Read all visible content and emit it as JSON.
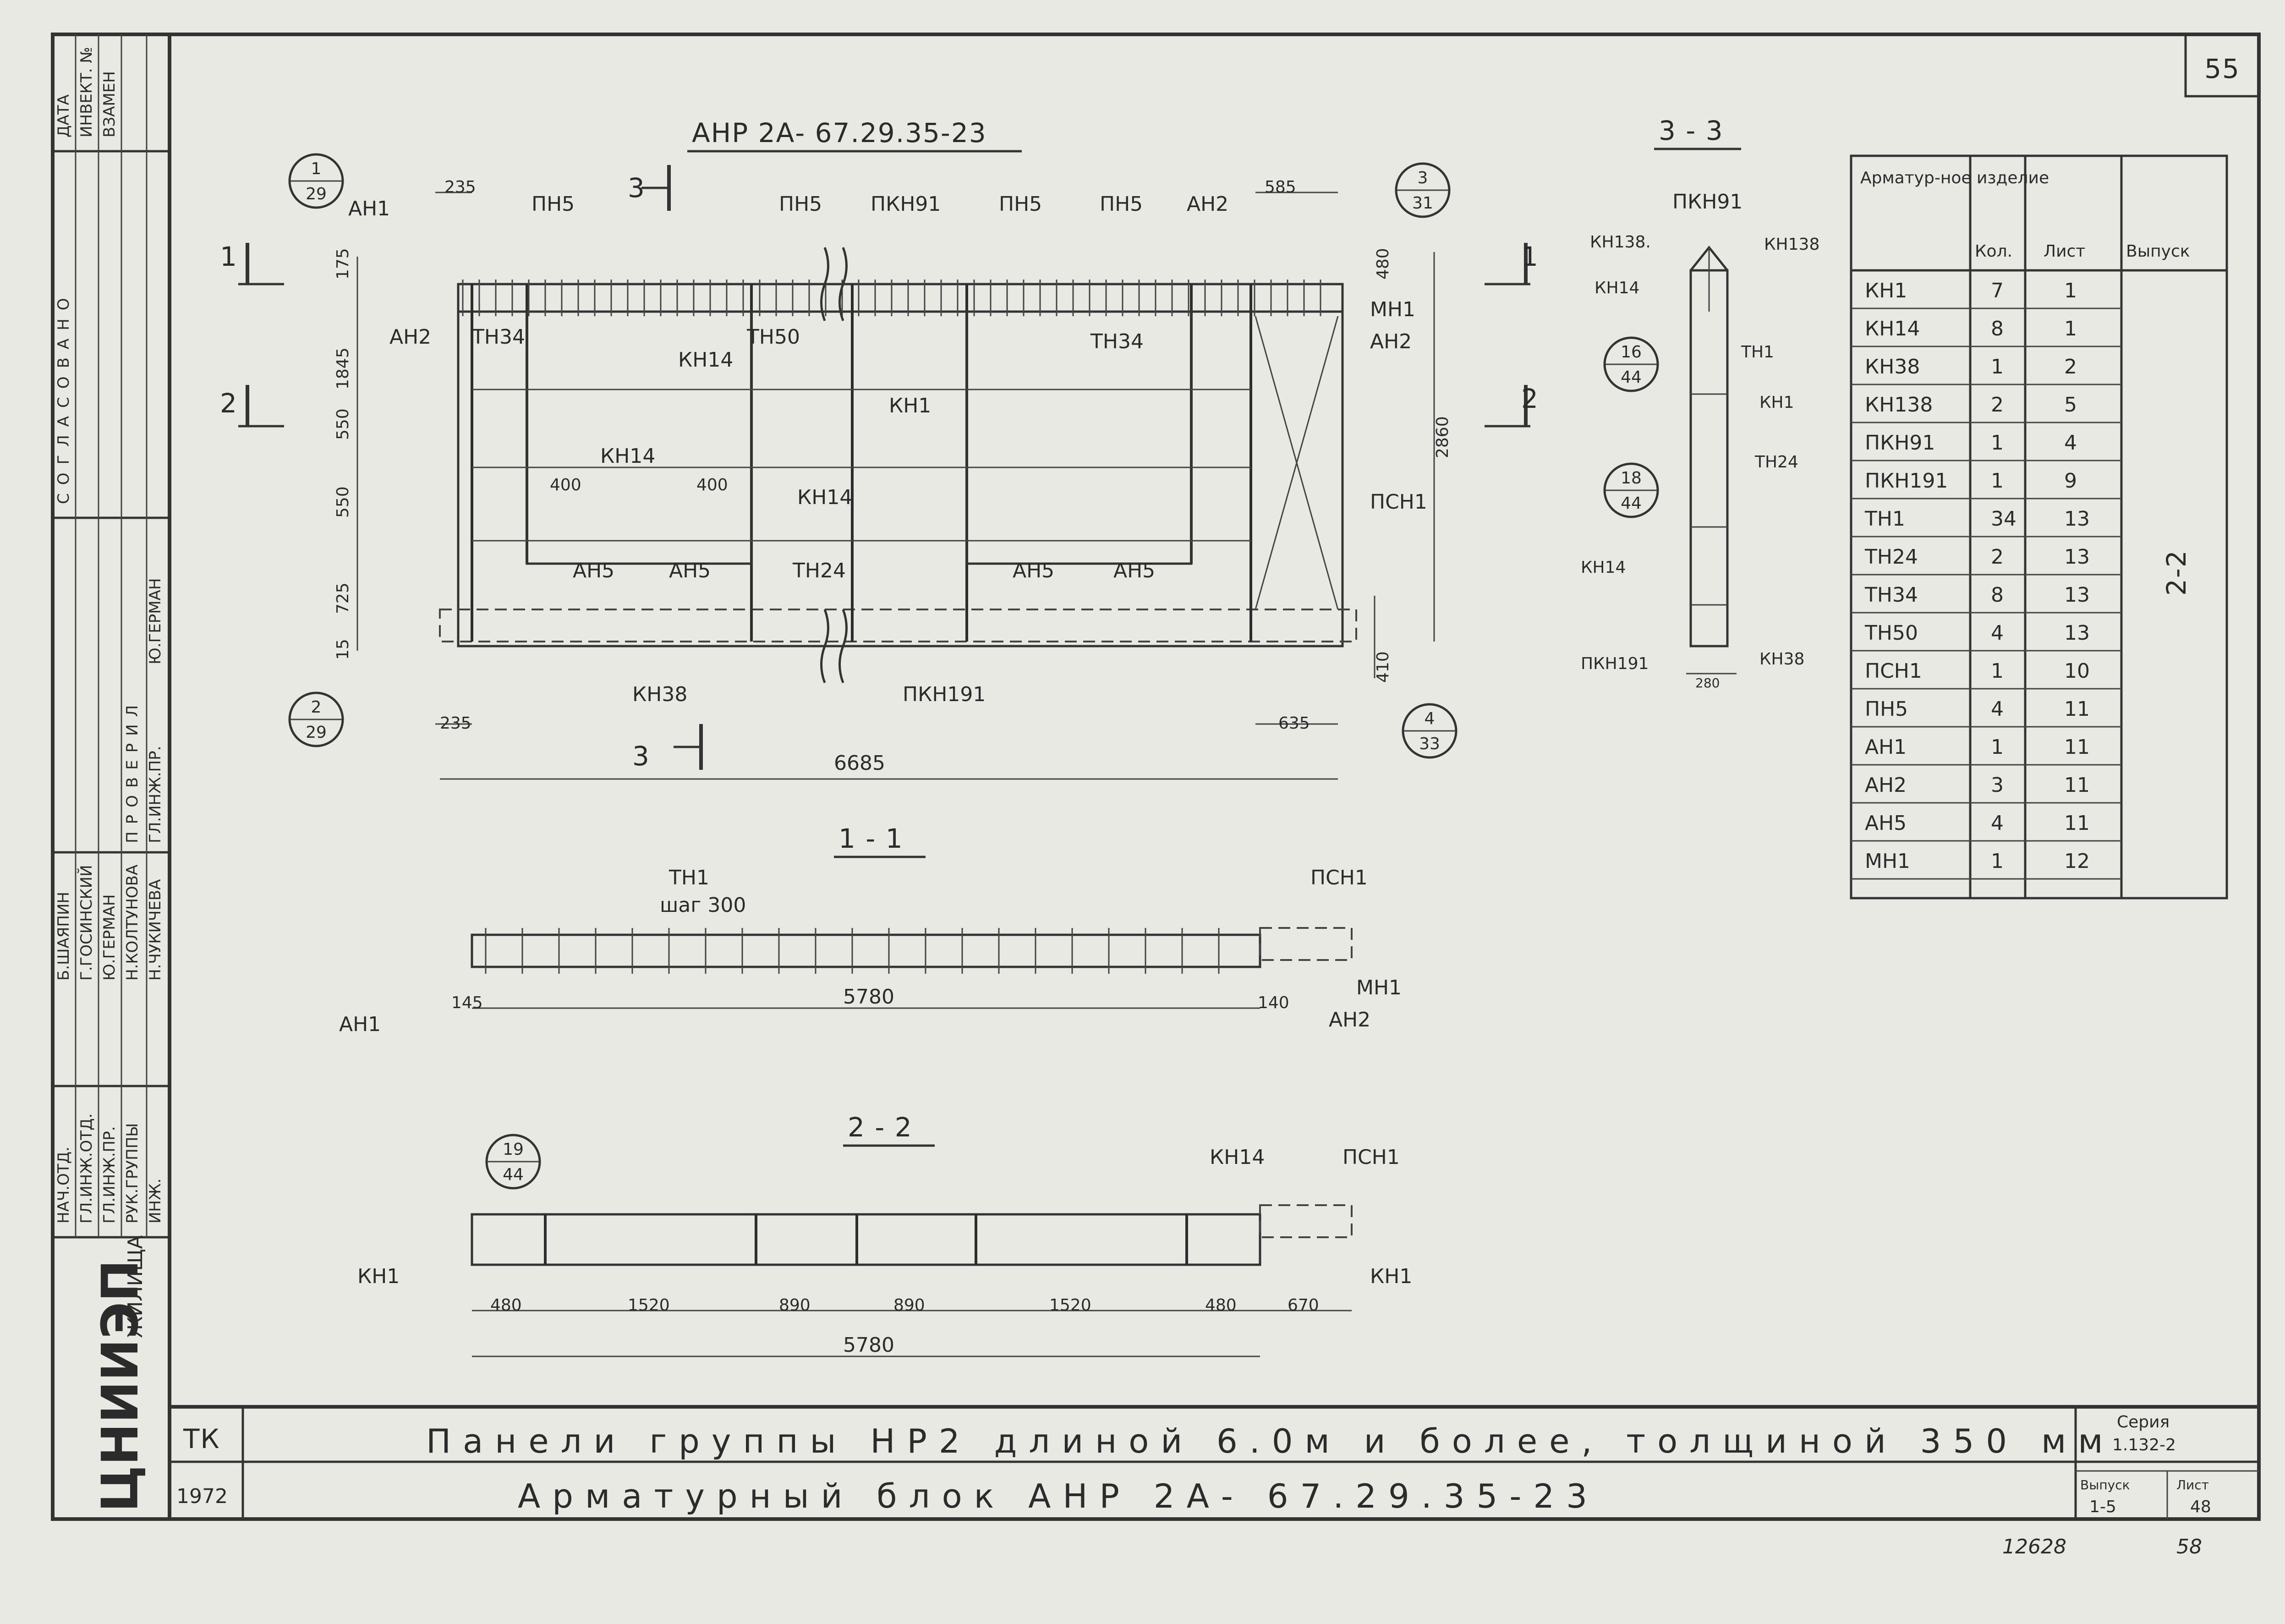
{
  "sheet_number": "55",
  "drawing_title": "АНР 2А- 67.29.35-23",
  "sections": {
    "s11": "1 - 1",
    "s22": "2 - 2",
    "s33": "3 - 3",
    "cut1": "1",
    "cut2": "2",
    "cut3": "3"
  },
  "plan_labels": {
    "ah1": "АН1",
    "pn5a": "ПН5",
    "pn5b": "ПН5",
    "pkn91": "ПКН91",
    "pn5c": "ПН5",
    "pn5d": "ПН5",
    "ah2top": "АН2",
    "mh1": "МН1",
    "ah2r": "АН2",
    "ah2l": "АН2",
    "tn34a": "ТН34",
    "tn50": "ТН50",
    "tn34b": "ТН34",
    "kn14a": "КН14",
    "kn1": "КН1",
    "kn14b": "КН14",
    "kn14c": "КН14",
    "ah5a": "АН5",
    "ah5b": "АН5",
    "ah5c": "АН5",
    "ah5d": "АН5",
    "tn24": "ТН24",
    "psn1": "ПСН1",
    "kn38": "КН38",
    "pkn191": "ПКН191"
  },
  "plan_dims": {
    "d235a": "235",
    "d585": "585",
    "d175": "175",
    "d1845": "1845",
    "d550a": "550",
    "d550b": "550",
    "d725": "725",
    "d15": "15",
    "d400a": "400",
    "d400b": "400",
    "d480": "480",
    "d2860": "2860",
    "d410": "410",
    "d235b": "235",
    "d635": "635",
    "d6685": "6685"
  },
  "callouts": {
    "c1": {
      "n": "1",
      "d": "29"
    },
    "c2": {
      "n": "2",
      "d": "29"
    },
    "c3": {
      "n": "3",
      "d": "31"
    },
    "c4": {
      "n": "4",
      "d": "33"
    },
    "c16": {
      "n": "16",
      "d": "44"
    },
    "c18": {
      "n": "18",
      "d": "44"
    },
    "c19": {
      "n": "19",
      "d": "44"
    }
  },
  "sec11": {
    "tn1": "ТН1",
    "step": "шаг 300",
    "psn1": "ПСН1",
    "mh1": "МН1",
    "ah1": "АН1",
    "ah2": "АН2",
    "d145": "145",
    "d5780": "5780",
    "d140": "140"
  },
  "sec22": {
    "kn14": "КН14",
    "psn1": "ПСН1",
    "kn1a": "КН1",
    "kn1b": "КН1",
    "d480a": "480",
    "d1520a": "1520",
    "d890a": "890",
    "d890b": "890",
    "d1520b": "1520",
    "d480b": "480",
    "d670": "670",
    "d5780": "5780"
  },
  "sec33": {
    "pkn91": "ПКН91",
    "kn138a": "КН138.",
    "kn138b": "КН138",
    "kn14a": "КН14",
    "th1": "ТН1",
    "kn1": "КН1",
    "tn24": "ТН24",
    "kn14b": "КН14",
    "pkn191": "ПКН191",
    "kn38": "КН38",
    "d280": "280"
  },
  "spec_table": {
    "headers": [
      "Арматур-ное изделие",
      "Кол.",
      "Лист",
      "Выпуск"
    ],
    "rows": [
      [
        "КН1",
        "7",
        "1"
      ],
      [
        "КН14",
        "8",
        "1"
      ],
      [
        "КН38",
        "1",
        "2"
      ],
      [
        "КН138",
        "2",
        "5"
      ],
      [
        "ПКН91",
        "1",
        "4"
      ],
      [
        "ПКН191",
        "1",
        "9"
      ],
      [
        "ТН1",
        "34",
        "13"
      ],
      [
        "ТН24",
        "2",
        "13"
      ],
      [
        "ТН34",
        "8",
        "13"
      ],
      [
        "ТН50",
        "4",
        "13"
      ],
      [
        "ПСН1",
        "1",
        "10"
      ],
      [
        "ПН5",
        "4",
        "11"
      ],
      [
        "АН1",
        "1",
        "11"
      ],
      [
        "АН2",
        "3",
        "11"
      ],
      [
        "АН5",
        "4",
        "11"
      ],
      [
        "МН1",
        "1",
        "12"
      ]
    ],
    "release": "2-2"
  },
  "title_block": {
    "org": "ТК",
    "year": "1972",
    "line1": "Панели группы НР2 длиной 6.0м и более, толщиной 350 мм",
    "line2": "Арматурный блок АНР 2А- 67.29.35-23",
    "series_label": "Серия",
    "series_value": "1.132-2",
    "issue_label": "Выпуск",
    "issue_value": "1-5",
    "sheet_label": "Лист",
    "sheet_value": "48"
  },
  "bottom_notes": {
    "inv_number": "12628",
    "page": "58"
  },
  "left_strip": {
    "agreed": "СОГЛАСОВАНО",
    "checked": "ПРОВЕРИЛ",
    "checker": "Ю.ГЕРМАН",
    "checker_role": "ГЛ.ИНЖ.ПР.",
    "date": "ДАТА",
    "inv": "ИНВЕКТ. №",
    "replace": "ВЗАМЕН",
    "housing": "ЖИЛИЩА",
    "logo": "ЦНИИЭП",
    "roles": [
      "НАЧ.ОТД.",
      "ГЛ.ИНЖ.ОТД.",
      "ГЛ.ИНЖ.ПР.",
      "РУК.ГРУППЫ",
      "ИНЖ."
    ],
    "names": [
      "Б.ШАЯПИН",
      "Г.ГОСИНСКИЙ",
      "Ю.ГЕРМАН",
      "Н.КОЛТУНОВА",
      "Н.ЧУКИЧЕВА"
    ]
  }
}
